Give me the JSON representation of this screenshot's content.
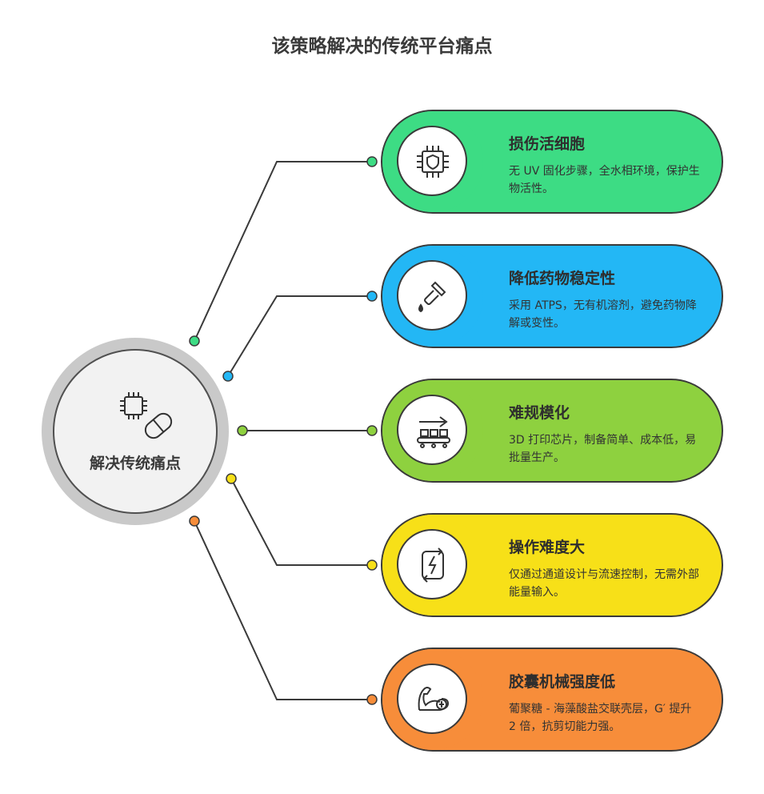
{
  "title": "该策略解决的传统平台痛点",
  "hub": {
    "label": "解决传统痛点",
    "icons": [
      "chip-icon",
      "pill-icon"
    ]
  },
  "items": [
    {
      "title": "损伤活细胞",
      "desc": "无 UV 固化步骤，全水相环境，保护生物活性。",
      "icon": "shield-chip-icon",
      "color": "#3ddc84"
    },
    {
      "title": "降低药物稳定性",
      "desc": "采用 ATPS，无有机溶剂，避免药物降解或变性。",
      "icon": "dropper-icon",
      "color": "#23b7f5"
    },
    {
      "title": "难规模化",
      "desc": "3D 打印芯片，制备简单、成本低，易批量生产。",
      "icon": "conveyor-icon",
      "color": "#8ed13f"
    },
    {
      "title": "操作难度大",
      "desc": "仅通过通道设计与流速控制，无需外部能量输入。",
      "icon": "battery-cycle-icon",
      "color": "#f7e018"
    },
    {
      "title": "胶囊机械强度低",
      "desc": "葡聚糖 - 海藻酸盐交联壳层，G′ 提升 2 倍，抗剪切能力强。",
      "icon": "strong-arm-icon",
      "color": "#f78d3a"
    }
  ]
}
